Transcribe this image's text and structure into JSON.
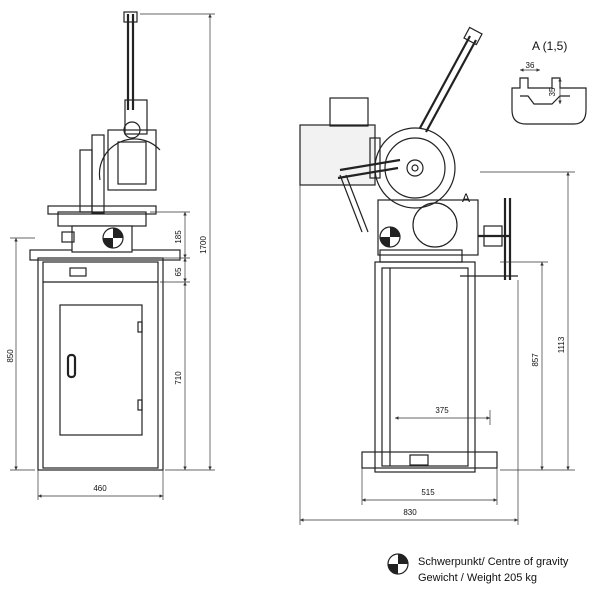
{
  "dimensions": {
    "height_1700": "1700",
    "height_850": "850",
    "height_185": "185",
    "height_65": "65",
    "height_710": "710",
    "width_460": "460",
    "height_857": "857",
    "height_1113": "1113",
    "width_375": "375",
    "width_515": "515",
    "width_830": "830",
    "detail_36": "36",
    "detail_35": "35"
  },
  "labels": {
    "detail_title": "A (1,5)",
    "marker_a": "A"
  },
  "legend": {
    "line1": "Schwerpunkt/ Centre of gravity",
    "line2": "Gewicht / Weight 205 kg",
    "icon": "centre-of-gravity-symbol"
  }
}
